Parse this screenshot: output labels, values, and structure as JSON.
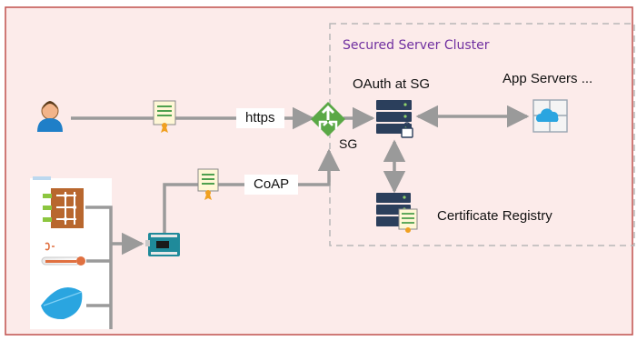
{
  "diagram": {
    "cluster_title": "Secured Server Cluster",
    "labels": {
      "oauth": "OAuth at SG",
      "app_servers": "App Servers ...",
      "https": "https",
      "coap": "CoAP",
      "sg": "SG",
      "certificate_registry": "Certificate Registry"
    },
    "icons": {
      "user": "user-icon",
      "certificate_https": "certificate-icon",
      "certificate_coap": "certificate-icon",
      "gateway": "gateway-router-icon",
      "oauth_server": "server-lock-icon",
      "app_server": "cloud-server-icon",
      "registry": "server-certificate-icon",
      "microcontroller": "microcontroller-board-icon",
      "sensor_board": "sensor-board-icon",
      "thermometer": "thermometer-icon",
      "water_drop": "water-drop-icon"
    },
    "colors": {
      "background": "#fcebea",
      "border": "#c0504d",
      "cluster_border": "#b8b8b8",
      "cluster_title": "#7030a0",
      "connector": "#9a9a9a",
      "gateway": "#5aa846",
      "server": "#2b3f5c",
      "cloud": "#2aa5e0"
    }
  }
}
